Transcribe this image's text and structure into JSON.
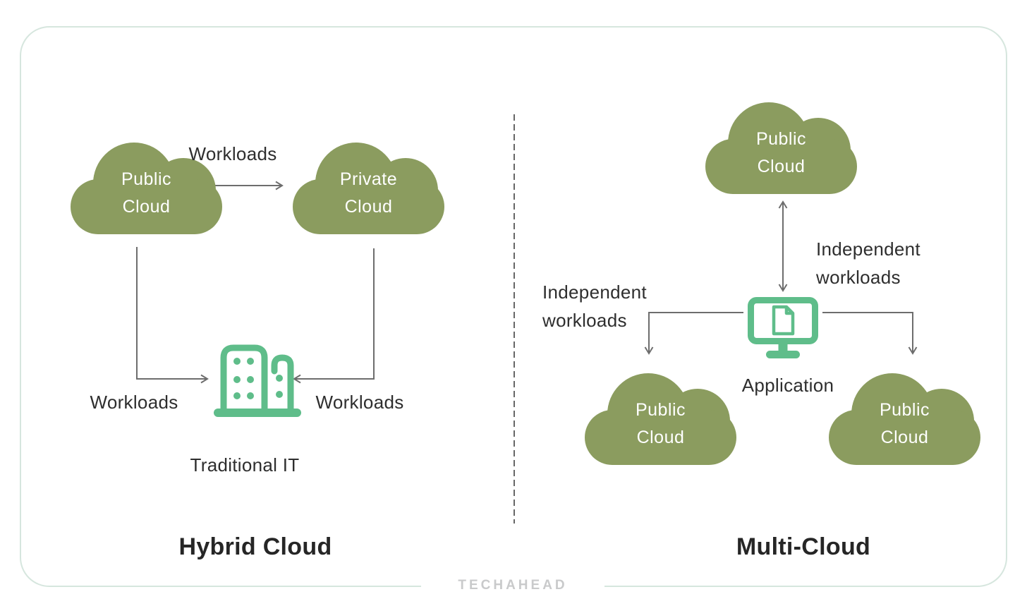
{
  "canvas": {
    "border_color": "#d6e6de",
    "background": "#ffffff"
  },
  "colors": {
    "cloud_green": "#8b9c5f",
    "icon_green": "#5fbd8a",
    "line_gray": "#6d6d6d",
    "text_dark": "#2e2e2e",
    "title_dark": "#262626",
    "logo_gray": "#c9cacb"
  },
  "icons": {
    "cloud": "cloud-icon",
    "building": "building-icon",
    "monitor": "monitor-document-icon",
    "arrows": "arrow-connector"
  },
  "left_panel": {
    "title": "Hybrid Cloud",
    "clouds": {
      "public": {
        "line1": "Public",
        "line2": "Cloud"
      },
      "private": {
        "line1": "Private",
        "line2": "Cloud"
      }
    },
    "labels": {
      "workloads_top": "Workloads",
      "workloads_left": "Workloads",
      "workloads_right": "Workloads",
      "traditional_it": "Traditional IT"
    }
  },
  "right_panel": {
    "title": "Multi-Cloud",
    "clouds": {
      "top": {
        "line1": "Public",
        "line2": "Cloud"
      },
      "bottom_left": {
        "line1": "Public",
        "line2": "Cloud"
      },
      "bottom_right": {
        "line1": "Public",
        "line2": "Cloud"
      }
    },
    "labels": {
      "independent_left": {
        "line1": "Independent",
        "line2": "workloads"
      },
      "independent_right": {
        "line1": "Independent",
        "line2": "workloads"
      },
      "application": "Application"
    }
  },
  "footer": {
    "logo": "TECHAHEAD"
  }
}
